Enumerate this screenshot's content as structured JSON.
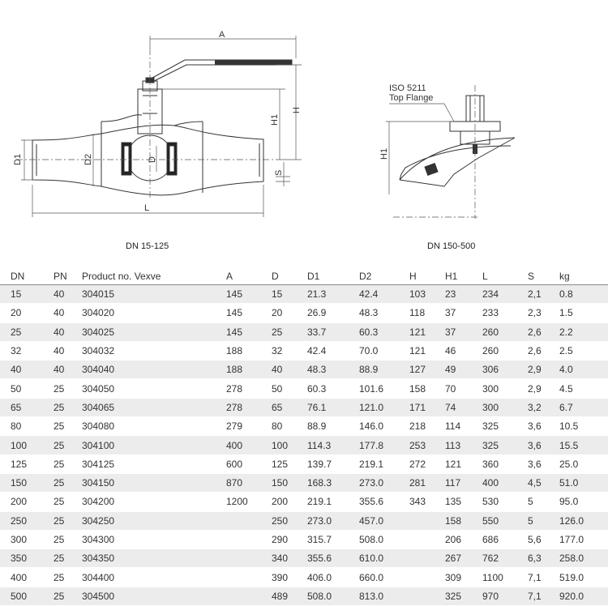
{
  "drawing_left": {
    "caption": "DN 15-125",
    "labels": {
      "A": "A",
      "H": "H",
      "H1": "H1",
      "D1": "D1",
      "D2": "D2",
      "D": "D",
      "S": "S",
      "L": "L"
    }
  },
  "drawing_right": {
    "caption": "DN 150-500",
    "labels": {
      "flange_line1": "ISO 5211",
      "flange_line2": "Top Flange",
      "H1": "H1"
    }
  },
  "table": {
    "headers": [
      "DN",
      "PN",
      "Product no. Vexve",
      "A",
      "D",
      "D1",
      "D2",
      "H",
      "H1",
      "L",
      "S",
      "kg"
    ],
    "rows": [
      [
        "15",
        "40",
        "304015",
        "145",
        "15",
        "21.3",
        "42.4",
        "103",
        "23",
        "234",
        "2,1",
        "0.8"
      ],
      [
        "20",
        "40",
        "304020",
        "145",
        "20",
        "26.9",
        "48.3",
        "118",
        "37",
        "233",
        "2,3",
        "1.5"
      ],
      [
        "25",
        "40",
        "304025",
        "145",
        "25",
        "33.7",
        "60.3",
        "121",
        "37",
        "260",
        "2,6",
        "2.2"
      ],
      [
        "32",
        "40",
        "304032",
        "188",
        "32",
        "42.4",
        "70.0",
        "121",
        "46",
        "260",
        "2,6",
        "2.5"
      ],
      [
        "40",
        "40",
        "304040",
        "188",
        "40",
        "48.3",
        "88.9",
        "127",
        "49",
        "306",
        "2,9",
        "4.0"
      ],
      [
        "50",
        "25",
        "304050",
        "278",
        "50",
        "60.3",
        "101.6",
        "158",
        "70",
        "300",
        "2,9",
        "4.5"
      ],
      [
        "65",
        "25",
        "304065",
        "278",
        "65",
        "76.1",
        "121.0",
        "171",
        "74",
        "300",
        "3,2",
        "6.7"
      ],
      [
        "80",
        "25",
        "304080",
        "279",
        "80",
        "88.9",
        "146.0",
        "218",
        "114",
        "325",
        "3,6",
        "10.5"
      ],
      [
        "100",
        "25",
        "304100",
        "400",
        "100",
        "114.3",
        "177.8",
        "253",
        "113",
        "325",
        "3,6",
        "15.5"
      ],
      [
        "125",
        "25",
        "304125",
        "600",
        "125",
        "139.7",
        "219.1",
        "272",
        "121",
        "360",
        "3,6",
        "25.0"
      ],
      [
        "150",
        "25",
        "304150",
        "870",
        "150",
        "168.3",
        "273.0",
        "281",
        "117",
        "400",
        "4,5",
        "51.0"
      ],
      [
        "200",
        "25",
        "304200",
        "1200",
        "200",
        "219.1",
        "355.6",
        "343",
        "135",
        "530",
        "5",
        "95.0"
      ],
      [
        "250",
        "25",
        "304250",
        "",
        "250",
        "273.0",
        "457.0",
        "",
        "158",
        "550",
        "5",
        "126.0"
      ],
      [
        "300",
        "25",
        "304300",
        "",
        "290",
        "315.7",
        "508.0",
        "",
        "206",
        "686",
        "5,6",
        "177.0"
      ],
      [
        "350",
        "25",
        "304350",
        "",
        "340",
        "355.6",
        "610.0",
        "",
        "267",
        "762",
        "6,3",
        "258.0"
      ],
      [
        "400",
        "25",
        "304400",
        "",
        "390",
        "406.0",
        "660.0",
        "",
        "309",
        "1100",
        "7,1",
        "519.0"
      ],
      [
        "500",
        "25",
        "304500",
        "",
        "489",
        "508.0",
        "813.0",
        "",
        "325",
        "970",
        "7,1",
        "920.0"
      ]
    ]
  }
}
